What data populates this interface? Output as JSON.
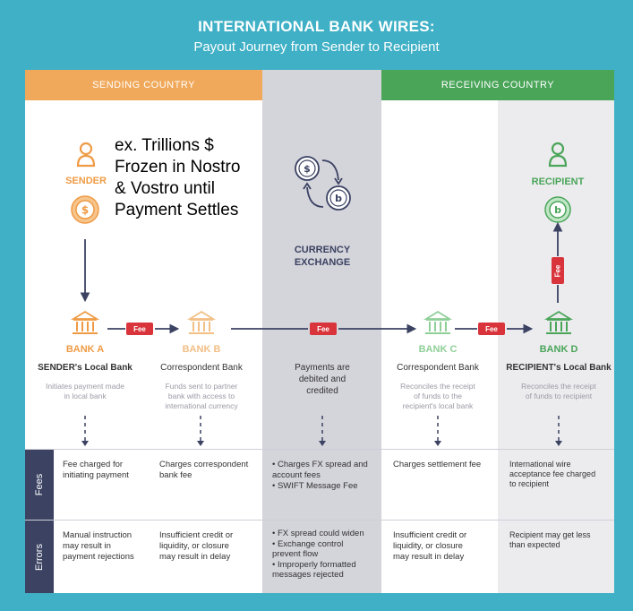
{
  "header": {
    "title": "INTERNATIONAL BANK WIRES:",
    "subtitle": "Payout Journey from Sender to Recipient"
  },
  "bands": {
    "sending": "SENDING COUNTRY",
    "receiving": "RECEIVING COUNTRY"
  },
  "note": {
    "line1": "ex. Trillions $",
    "line2": "Frozen in Nostro",
    "line3": "& Vostro until",
    "line4": "Payment Settles"
  },
  "nodes": {
    "sender": "SENDER",
    "recipient": "RECIPIENT",
    "exchange_line1": "CURRENCY",
    "exchange_line2": "EXCHANGE",
    "fee": "Fee",
    "bank_a": {
      "name": "BANK A",
      "role": "SENDER's Local Bank",
      "desc1": "Initiates payment made",
      "desc2": "in local bank"
    },
    "bank_b": {
      "name": "BANK B",
      "role": "Correspondent Bank",
      "desc1": "Funds sent to partner",
      "desc2": "bank with access to",
      "desc3": "international currency"
    },
    "center": {
      "line1": "Payments are",
      "line2": "debited and",
      "line3": "credited"
    },
    "bank_c": {
      "name": "BANK C",
      "role": "Correspondent Bank",
      "desc1": "Reconciles the receipt",
      "desc2": "of funds to the",
      "desc3": "recipient's local bank"
    },
    "bank_d": {
      "name": "BANK D",
      "role": "RECIPIENT's Local Bank",
      "desc1": "Reconciles the receipt",
      "desc2": "of funds to recipient"
    }
  },
  "rows": {
    "fees_label": "Fees",
    "errors_label": "Errors",
    "fees": {
      "a": [
        "Fee charged for",
        "initiating payment"
      ],
      "b": [
        "Charges correspondent",
        "bank fee"
      ],
      "center": [
        "• Charges FX spread and",
        "   account fees",
        "• SWIFT Message Fee"
      ],
      "c": [
        "Charges settlement fee"
      ],
      "d": [
        "International wire",
        "acceptance fee charged",
        "to recipient"
      ]
    },
    "errors": {
      "a": [
        "Manual instruction",
        "may result in",
        "payment rejections"
      ],
      "b": [
        "Insufficient credit or",
        "liquidity, or closure",
        "may result in delay"
      ],
      "center": [
        "• FX spread could widen",
        "• Exchange control",
        "   prevent flow",
        "• Improperly formatted",
        "   messages rejected"
      ],
      "c": [
        "Insufficient credit or",
        "liquidity, or closure",
        "may result in delay"
      ],
      "d": [
        "Recipient may get less",
        "than expected"
      ]
    }
  },
  "colors": {
    "background": "#3fb0c6",
    "sending": "#f0a85a",
    "receiving": "#4aa559",
    "fee": "#d9343c",
    "navy": "#3b4262",
    "center_column": "#d4d4db"
  }
}
